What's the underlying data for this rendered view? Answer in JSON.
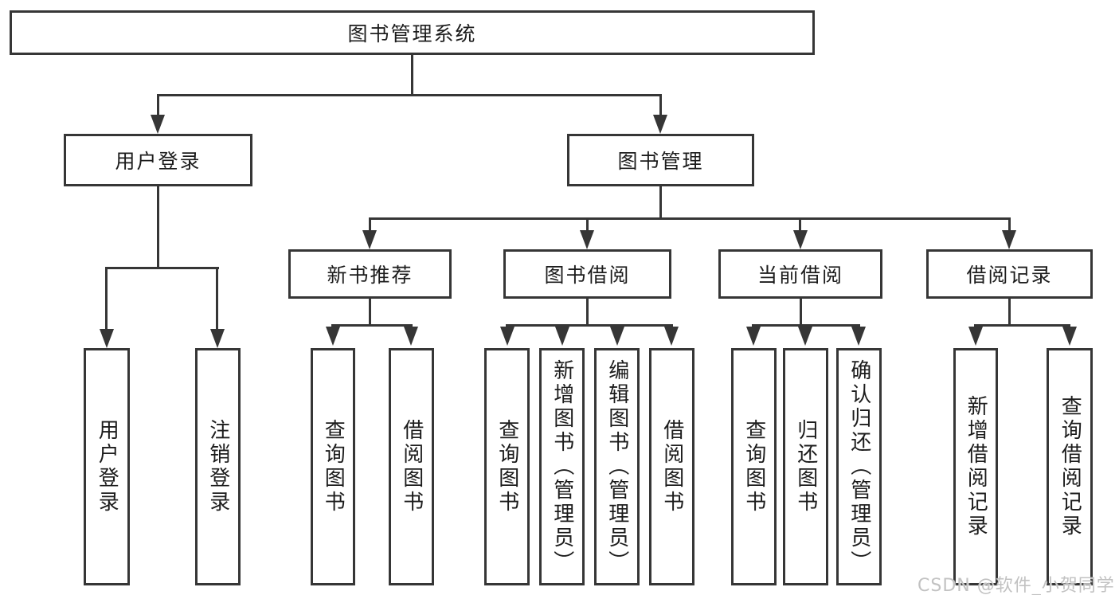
{
  "diagram": {
    "type": "hierarchy-tree",
    "orientation": "top-down",
    "line_color": "#363636",
    "text_color": "#1c1c1c",
    "background_color": "#ffffff"
  },
  "tree": {
    "label": "图书管理系统",
    "children": [
      {
        "label": "用户登录",
        "children": [
          {
            "label": "用户登录"
          },
          {
            "label": "注销登录"
          }
        ]
      },
      {
        "label": "图书管理",
        "children": [
          {
            "label": "新书推荐",
            "children": [
              {
                "label": "查询图书"
              },
              {
                "label": "借阅图书"
              }
            ]
          },
          {
            "label": "图书借阅",
            "children": [
              {
                "label": "查询图书"
              },
              {
                "label": "新增图书（管理员）"
              },
              {
                "label": "编辑图书（管理员）"
              },
              {
                "label": "借阅图书"
              }
            ]
          },
          {
            "label": "当前借阅",
            "children": [
              {
                "label": "查询图书"
              },
              {
                "label": "归还图书"
              },
              {
                "label": "确认归还（管理员）"
              }
            ]
          },
          {
            "label": "借阅记录",
            "children": [
              {
                "label": "新增借阅记录"
              },
              {
                "label": "查询借阅记录"
              }
            ]
          }
        ]
      }
    ]
  },
  "watermark": {
    "text": "CSDN @软件_小贺同学",
    "color": "#c2c2c2"
  }
}
